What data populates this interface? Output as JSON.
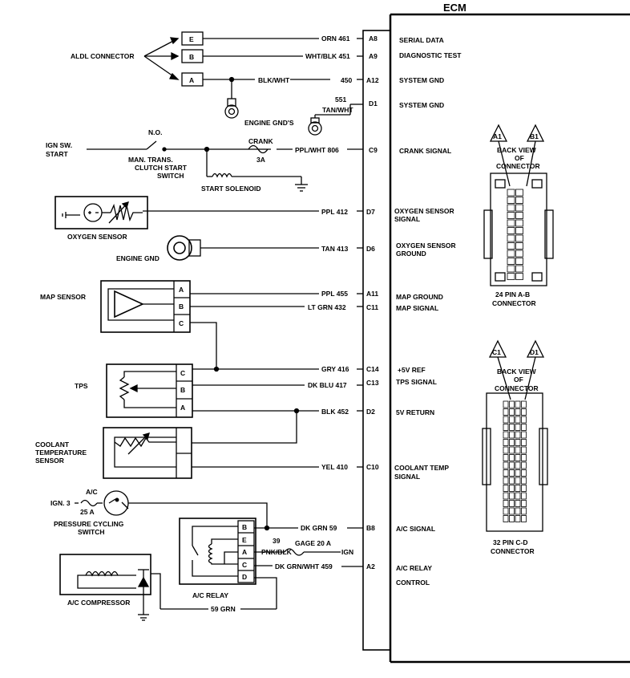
{
  "ecm": {
    "title": "ECM"
  },
  "aldl": {
    "label": "ALDL CONNECTOR",
    "terminals": [
      "E",
      "B",
      "A"
    ]
  },
  "ground_labels": {
    "engine_gnds": "ENGINE GND'S",
    "engine_gnd": "ENGINE GND"
  },
  "switch": {
    "ign_start": [
      "IGN SW.",
      "START"
    ],
    "no": "N.O.",
    "clutch": [
      "MAN. TRANS.",
      "CLUTCH START",
      "SWITCH"
    ],
    "crank_fuse": [
      "CRANK",
      "3A"
    ],
    "start_solenoid": "START SOLENOID"
  },
  "sensors": {
    "oxygen": "OXYGEN SENSOR",
    "map": "MAP SENSOR",
    "tps": "TPS",
    "coolant": [
      "COOLANT",
      "TEMPERATURE",
      "SENSOR"
    ],
    "map_pins": [
      "A",
      "B",
      "C"
    ],
    "tps_pins": [
      "C",
      "B",
      "A"
    ]
  },
  "ac": {
    "ign": "IGN. 3",
    "ac": "A/C",
    "fuse": "25 A",
    "pcs": [
      "PRESSURE CYCLING",
      "SWITCH"
    ],
    "relay": "A/C RELAY",
    "relay_pins": [
      "B",
      "E",
      "A",
      "C",
      "D"
    ],
    "compressor": "A/C COMPRESSOR",
    "pnk": [
      "39",
      "PNK/BLK"
    ],
    "gage": "GAGE 20 A",
    "ign_right": "IGN",
    "grn59": "59 GRN",
    "ign_dash": "IGN. 3 —"
  },
  "wires": [
    {
      "wire": "ORN 461",
      "pin": "A8",
      "signal": [
        "SERIAL DATA"
      ]
    },
    {
      "wire": "WHT/BLK 451",
      "pin": "A9",
      "signal": [
        "DIAGNOSTIC TEST"
      ]
    },
    {
      "wire": "450",
      "pin": "A12",
      "signal": [
        "SYSTEM GND"
      ]
    },
    {
      "wire": "",
      "pin": "D1",
      "signal": [
        "SYSTEM GND"
      ]
    },
    {
      "wire": "PPL/WHT 806",
      "pin": "C9",
      "signal": [
        "CRANK SIGNAL"
      ]
    },
    {
      "wire": "PPL 412",
      "pin": "D7",
      "signal": [
        "OXYGEN SENSOR",
        "SIGNAL"
      ]
    },
    {
      "wire": "TAN 413",
      "pin": "D6",
      "signal": [
        "OXYGEN SENSOR",
        "GROUND"
      ]
    },
    {
      "wire": "PPL 455",
      "pin": "A11",
      "signal": [
        "MAP GROUND"
      ]
    },
    {
      "wire": "LT GRN 432",
      "pin": "C11",
      "signal": [
        "MAP SIGNAL"
      ]
    },
    {
      "wire": "GRY 416",
      "pin": "C14",
      "signal": [
        "+5V REF"
      ]
    },
    {
      "wire": "DK BLU 417",
      "pin": "C13",
      "signal": [
        "TPS SIGNAL"
      ]
    },
    {
      "wire": "BLK 452",
      "pin": "D2",
      "signal": [
        "5V RETURN"
      ]
    },
    {
      "wire": "YEL 410",
      "pin": "C10",
      "signal": [
        "COOLANT TEMP",
        "SIGNAL"
      ]
    },
    {
      "wire": "DK GRN 59",
      "pin": "B8",
      "signal": [
        "A/C SIGNAL"
      ]
    },
    {
      "wire": "DK GRN/WHT 459",
      "pin": "A2",
      "signal": [
        "A/C RELAY",
        "CONTROL"
      ]
    }
  ],
  "extra_wires": {
    "blk_wht": "BLK/WHT",
    "d1_num": "551",
    "d1_color": "TAN/WHT"
  },
  "connectors": {
    "ab": {
      "markers": [
        "A1",
        "B1"
      ],
      "view": [
        "BACK VIEW",
        "OF",
        "CONNECTOR"
      ],
      "name": [
        "24 PIN A-B",
        "CONNECTOR"
      ]
    },
    "cd": {
      "markers": [
        "C1",
        "D1"
      ],
      "view": [
        "BACK VIEW",
        "OF",
        "CONNECTOR"
      ],
      "name": [
        "32 PIN C-D",
        "CONNECTOR"
      ]
    }
  }
}
